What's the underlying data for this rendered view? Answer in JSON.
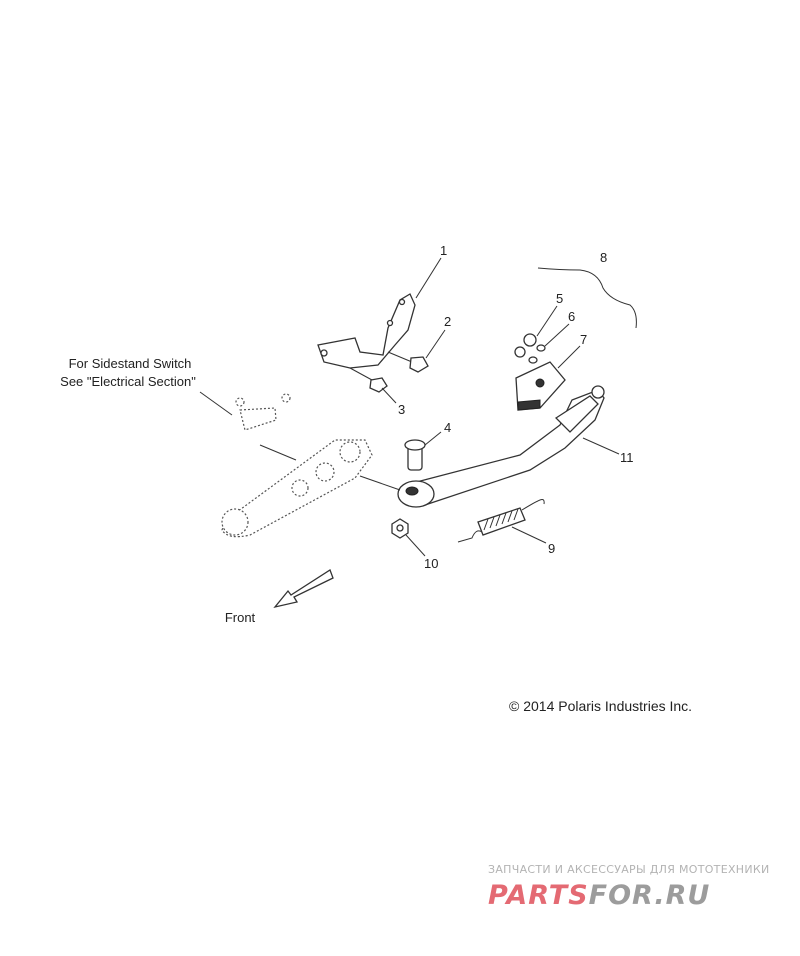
{
  "callouts": [
    {
      "num": "1"
    },
    {
      "num": "2"
    },
    {
      "num": "3"
    },
    {
      "num": "4"
    },
    {
      "num": "5"
    },
    {
      "num": "6"
    },
    {
      "num": "7"
    },
    {
      "num": "8"
    },
    {
      "num": "9"
    },
    {
      "num": "10"
    },
    {
      "num": "11"
    }
  ],
  "note": {
    "line1": "For Sidestand Switch",
    "line2": "See \"Electrical Section\""
  },
  "direction_label": "Front",
  "copyright": "© 2014 Polaris Industries Inc.",
  "watermark": {
    "tagline": "ЗАПЧАСТИ И АКСЕССУАРЫ ДЛЯ МОТОТЕХНИКИ",
    "logo_part1": "PARTS",
    "logo_part2": "FOR.RU",
    "color_part1": "#e46a73",
    "color_part2": "#9c9c9c"
  }
}
